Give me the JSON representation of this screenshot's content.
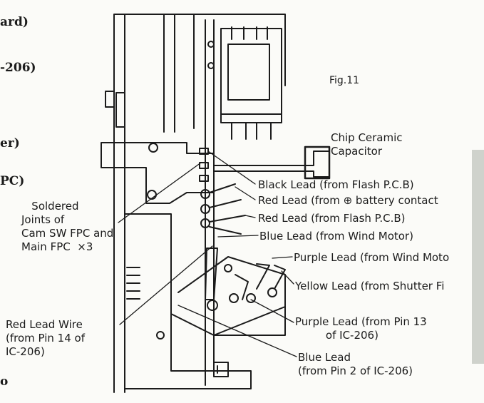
{
  "figure_label": "Fig.11",
  "left_cutoff": [
    "ard)",
    "-206)",
    "er)",
    "PC)",
    "o"
  ],
  "labels": {
    "chip_capacitor": "Chip Ceramic\nCapacitor",
    "black_lead": "Black Lead (from Flash P.C.B)",
    "red_lead_battery": "Red Lead (from ⊕ battery contact",
    "red_lead_flash": "Red Lead (from Flash P.C.B)",
    "blue_lead_wind": "Blue Lead (from Wind Motor)",
    "purple_lead_wind": "Purple Lead (from Wind Moto",
    "yellow_lead": "Yellow Lead (from Shutter Fi",
    "purple_lead_pin13": "Purple Lead (from Pin 13\n         of IC-206)",
    "blue_lead_pin2": "Blue Lead\n(from Pin 2 of IC-206)",
    "soldered_joints": "   Soldered\nJoints of\nCam SW FPC and\nMain FPC  ×3",
    "red_lead_wire": "Red Lead Wire\n(from Pin 14 of\nIC-206)"
  },
  "colors": {
    "ink": "#1b1b1b",
    "paper": "#fbfbf8",
    "edge": "#cfd2cc"
  }
}
